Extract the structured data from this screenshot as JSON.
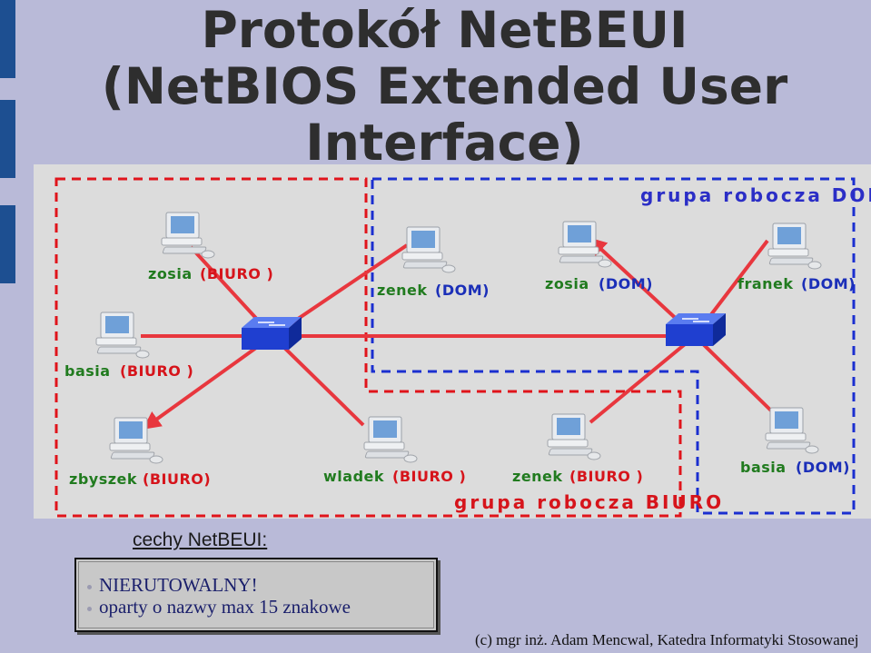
{
  "slide": {
    "title": [
      "Protokół NetBEUI",
      "(NetBIOS Extended User",
      "Interface)"
    ],
    "features_title": " cechy NetBEUI:",
    "bullets": [
      "NIERUTOWALNY!",
      "oparty o nazwy max 15 znakowe"
    ],
    "footer": "(c) mgr inż. Adam Mencwal, Katedra Informatyki Stosowanej"
  },
  "diagram": {
    "groups": [
      {
        "label": "grupa robocza DOM"
      },
      {
        "label": "grupa robocza BIURO"
      }
    ],
    "hosts": [
      {
        "name": "zosia",
        "group": "(BIURO )"
      },
      {
        "name": "basia",
        "group": "(BIURO )"
      },
      {
        "name": "zbyszek",
        "group": "(BIURO)"
      },
      {
        "name": "wladek",
        "group": "(BIURO )"
      },
      {
        "name": "zenek",
        "group": "(DOM)"
      },
      {
        "name": "zosia",
        "group": "(DOM)"
      },
      {
        "name": "franek",
        "group": "(DOM)"
      },
      {
        "name": "zenek",
        "group": "(BIURO )"
      },
      {
        "name": "basia",
        "group": "(DOM)"
      }
    ],
    "colors": {
      "link": "#e8373e",
      "switch": "#1f3fd0",
      "dom_group": "#2b2ec6",
      "biuro_group": "#d6141b",
      "host_label": "#217b1f"
    }
  }
}
